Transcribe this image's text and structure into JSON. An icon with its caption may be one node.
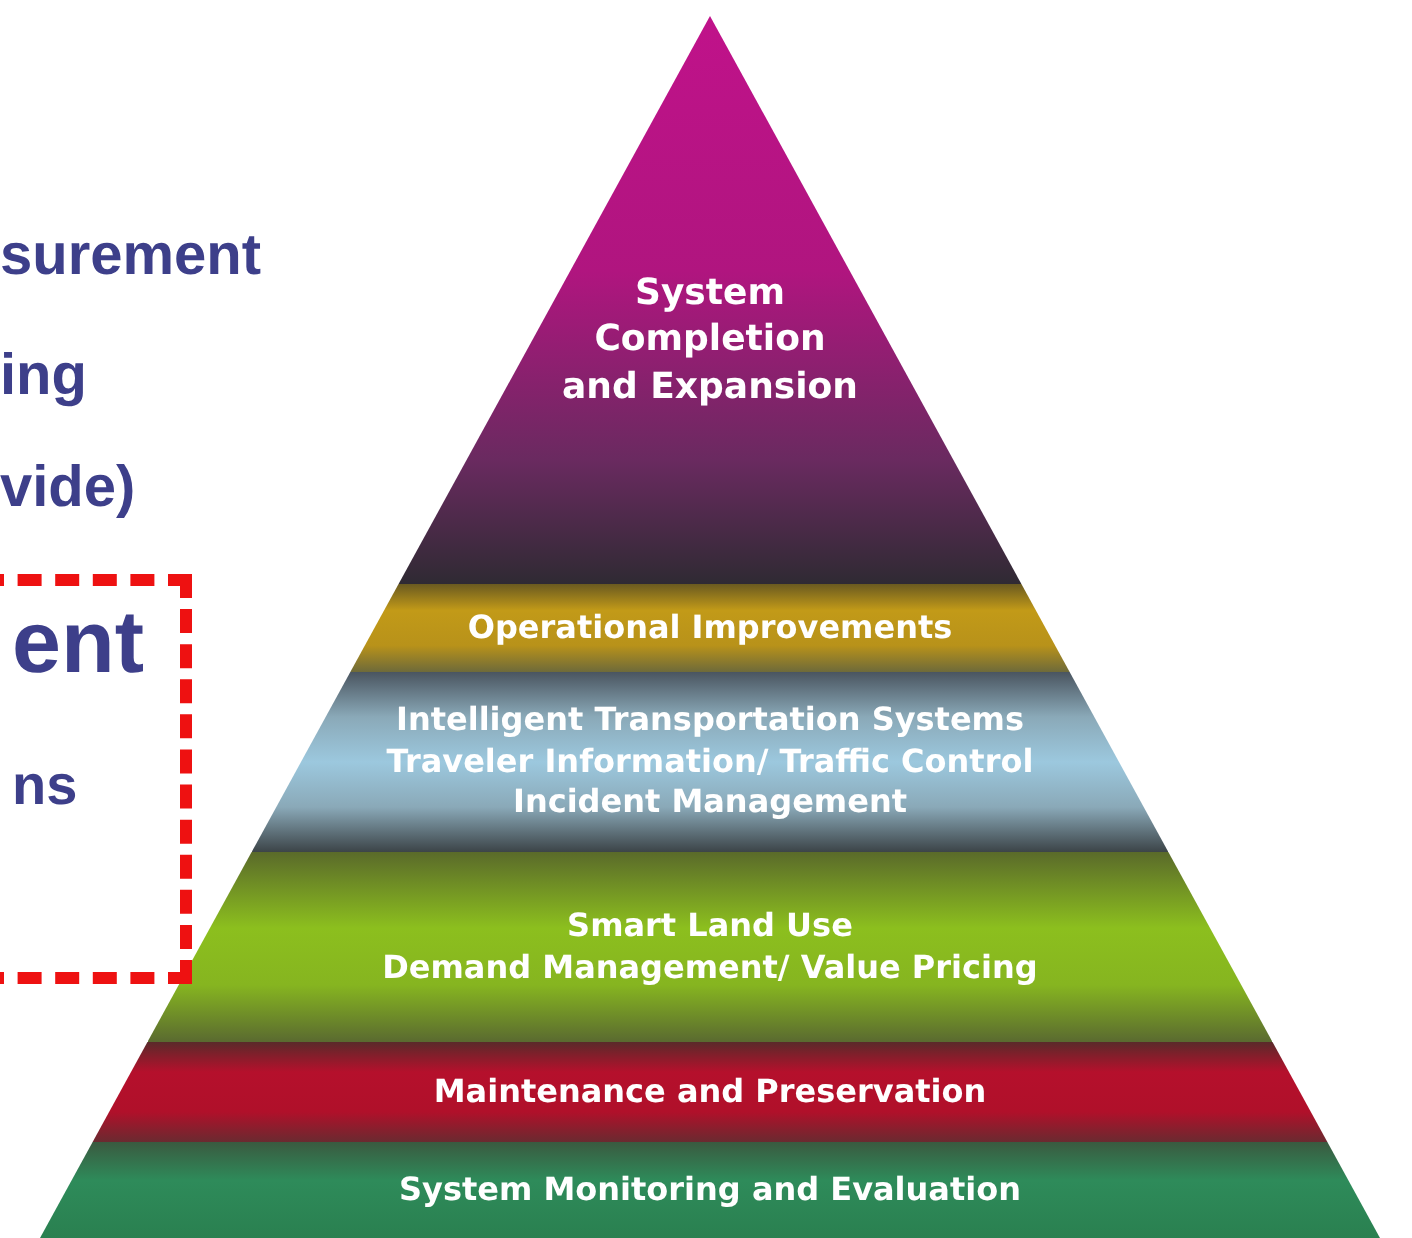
{
  "diagram": {
    "nodes": [
      {
        "text": [
          "System Completion and Expansion"
        ]
      },
      {
        "text": [
          "Operational Improvements"
        ]
      },
      {
        "text": [
          "Intelligent Transportation Systems",
          "Traveler Information/ Traffic Control",
          "Incident Management"
        ]
      },
      {
        "text": [
          "Smart Land Use",
          "Demand Management/ Value Pricing"
        ]
      },
      {
        "text": [
          "Maintenance and Preservation"
        ]
      },
      {
        "text": [
          "System Monitoring and Evaluation"
        ]
      },
      {
        "text": [
          "ent",
          "ns"
        ]
      }
    ],
    "labels": [
      "surement",
      "ing",
      "vide)"
    ]
  }
}
